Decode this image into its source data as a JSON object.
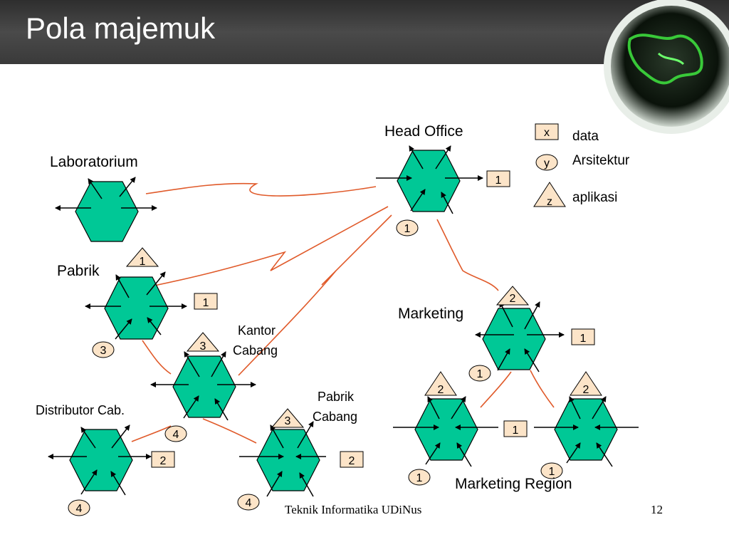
{
  "slide": {
    "title": "Pola majemuk",
    "footer": "Teknik Informatika UDiNus",
    "page_number": "12"
  },
  "colors": {
    "node_fill": "#00C896",
    "connector": "#E05A2A",
    "badge_fill": "#FCE4C8",
    "title_bar": "#3a3a3a"
  },
  "legend": {
    "square_symbol": "x",
    "square_label": "data",
    "circle_symbol": "y",
    "circle_label": "Arsitektur",
    "triangle_symbol": "z",
    "triangle_label": "aplikasi"
  },
  "nodes": {
    "head_office": {
      "label": "Head Office",
      "data_badge": "1",
      "arch_badge": "1"
    },
    "laboratorium": {
      "label": "Laboratorium"
    },
    "pabrik": {
      "label": "Pabrik",
      "app_badge": "1",
      "data_badge": "1",
      "arch_badge": "3"
    },
    "marketing": {
      "label": "Marketing",
      "app_badge": "2",
      "data_badge": "1",
      "arch_badge": "1"
    },
    "kantor_cabang": {
      "label_line1": "Kantor",
      "label_line2": "Cabang",
      "app_badge": "3",
      "arch_badge": "4"
    },
    "distributor": {
      "label": "Distributor Cab.",
      "data_badge": "2",
      "arch_badge": "4"
    },
    "pabrik_cabang": {
      "label_line1": "Pabrik",
      "label_line2": "Cabang",
      "app_badge": "3",
      "data_badge": "2",
      "arch_badge": "4"
    },
    "marketing_region": {
      "label": "Marketing Region",
      "left_app_badge": "2",
      "right_app_badge": "2",
      "data_badge": "1",
      "left_arch_badge": "1",
      "right_arch_badge": "1"
    }
  }
}
